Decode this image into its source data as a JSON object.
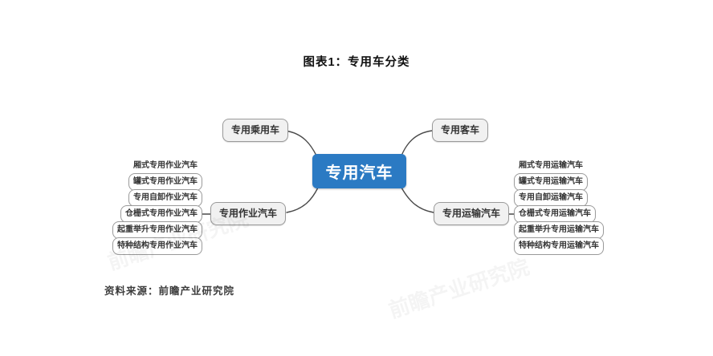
{
  "title": "图表1：专用车分类",
  "source": "资料来源：前瞻产业研究院",
  "watermark": "前瞻产业研究院",
  "colors": {
    "center_bg": "#2b7ac3",
    "center_text": "#ffffff",
    "node_bg": "#f1f1f1",
    "node_border": "#9a9a9a",
    "connector": "#4a4a4a"
  },
  "center": {
    "label": "专用汽车"
  },
  "branches": {
    "top_left": {
      "label": "专用乘用车"
    },
    "top_right": {
      "label": "专用客车"
    },
    "left": {
      "label": "专用作业汽车",
      "children": [
        "厢式专用作业汽车",
        "罐式专用作业汽车",
        "专用自卸作业汽车",
        "仓栅式专用作业汽车",
        "起重举升专用作业汽车",
        "特种结构专用作业汽车"
      ]
    },
    "right": {
      "label": "专用运输汽车",
      "children": [
        "厢式专用运输汽车",
        "罐式专用运输汽车",
        "专用自卸运输汽车",
        "仓栅式专用运输汽车",
        "起重举升专用运输汽车",
        "特种结构专用运输汽车"
      ]
    }
  }
}
